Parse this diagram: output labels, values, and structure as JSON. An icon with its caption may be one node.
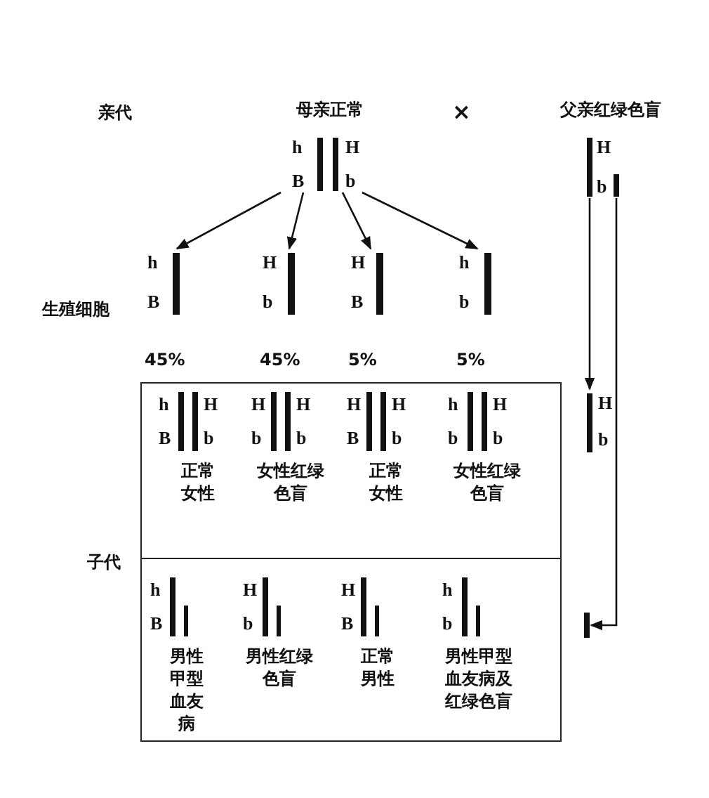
{
  "diagram": {
    "nodes": [
      {
        "text": [
          "母亲正常",
          "h",
          "H",
          "B",
          "b"
        ]
      },
      {
        "text": [
          "h",
          "B"
        ],
        "beside": [
          "45%"
        ]
      },
      {
        "text": [
          "H",
          "b"
        ],
        "beside": [
          "45%"
        ]
      },
      {
        "text": [
          "H",
          "B"
        ],
        "beside": [
          "5%"
        ]
      },
      {
        "text": [
          "h",
          "b"
        ],
        "beside": [
          "5%"
        ]
      },
      {
        "text": [
          "父亲红绿色盲",
          "H",
          "b"
        ]
      },
      {
        "text": [
          "H",
          "b"
        ]
      },
      {
        "text": [],
        "shape": "bar"
      },
      {
        "text": [],
        "shape": "box"
      },
      {
        "text": [
          "h",
          "H",
          "B",
          "b",
          "正常女性"
        ],
        "in": 8
      },
      {
        "text": [
          "H",
          "H",
          "b",
          "b",
          "女性红绿色盲"
        ],
        "in": 8
      },
      {
        "text": [
          "H",
          "H",
          "B",
          "b",
          "正常女性"
        ],
        "in": 8
      },
      {
        "text": [
          "h",
          "H",
          "b",
          "b",
          "女性红绿色盲"
        ],
        "in": 8
      },
      {
        "text": [
          "h",
          "B",
          "男性甲型血友病"
        ],
        "in": 8
      },
      {
        "text": [
          "H",
          "b",
          "男性红绿色盲"
        ],
        "in": 8
      },
      {
        "text": [
          "H",
          "B",
          "正常男性"
        ],
        "in": 8
      },
      {
        "text": [
          "h",
          "b",
          "男性甲型血友病及红绿色盲"
        ],
        "in": 8
      }
    ],
    "edges": [
      {
        "from": 0,
        "to": 1,
        "arrow": "to"
      },
      {
        "from": 0,
        "to": 2,
        "arrow": "to"
      },
      {
        "from": 0,
        "to": 3,
        "arrow": "to"
      },
      {
        "from": 0,
        "to": 4,
        "arrow": "to"
      },
      {
        "from": 5,
        "to": 6,
        "arrow": "to"
      },
      {
        "from": 5,
        "to": 7,
        "arrow": "to"
      }
    ],
    "labels": [
      "亲代",
      "×",
      "生殖细胞",
      "子代"
    ]
  }
}
